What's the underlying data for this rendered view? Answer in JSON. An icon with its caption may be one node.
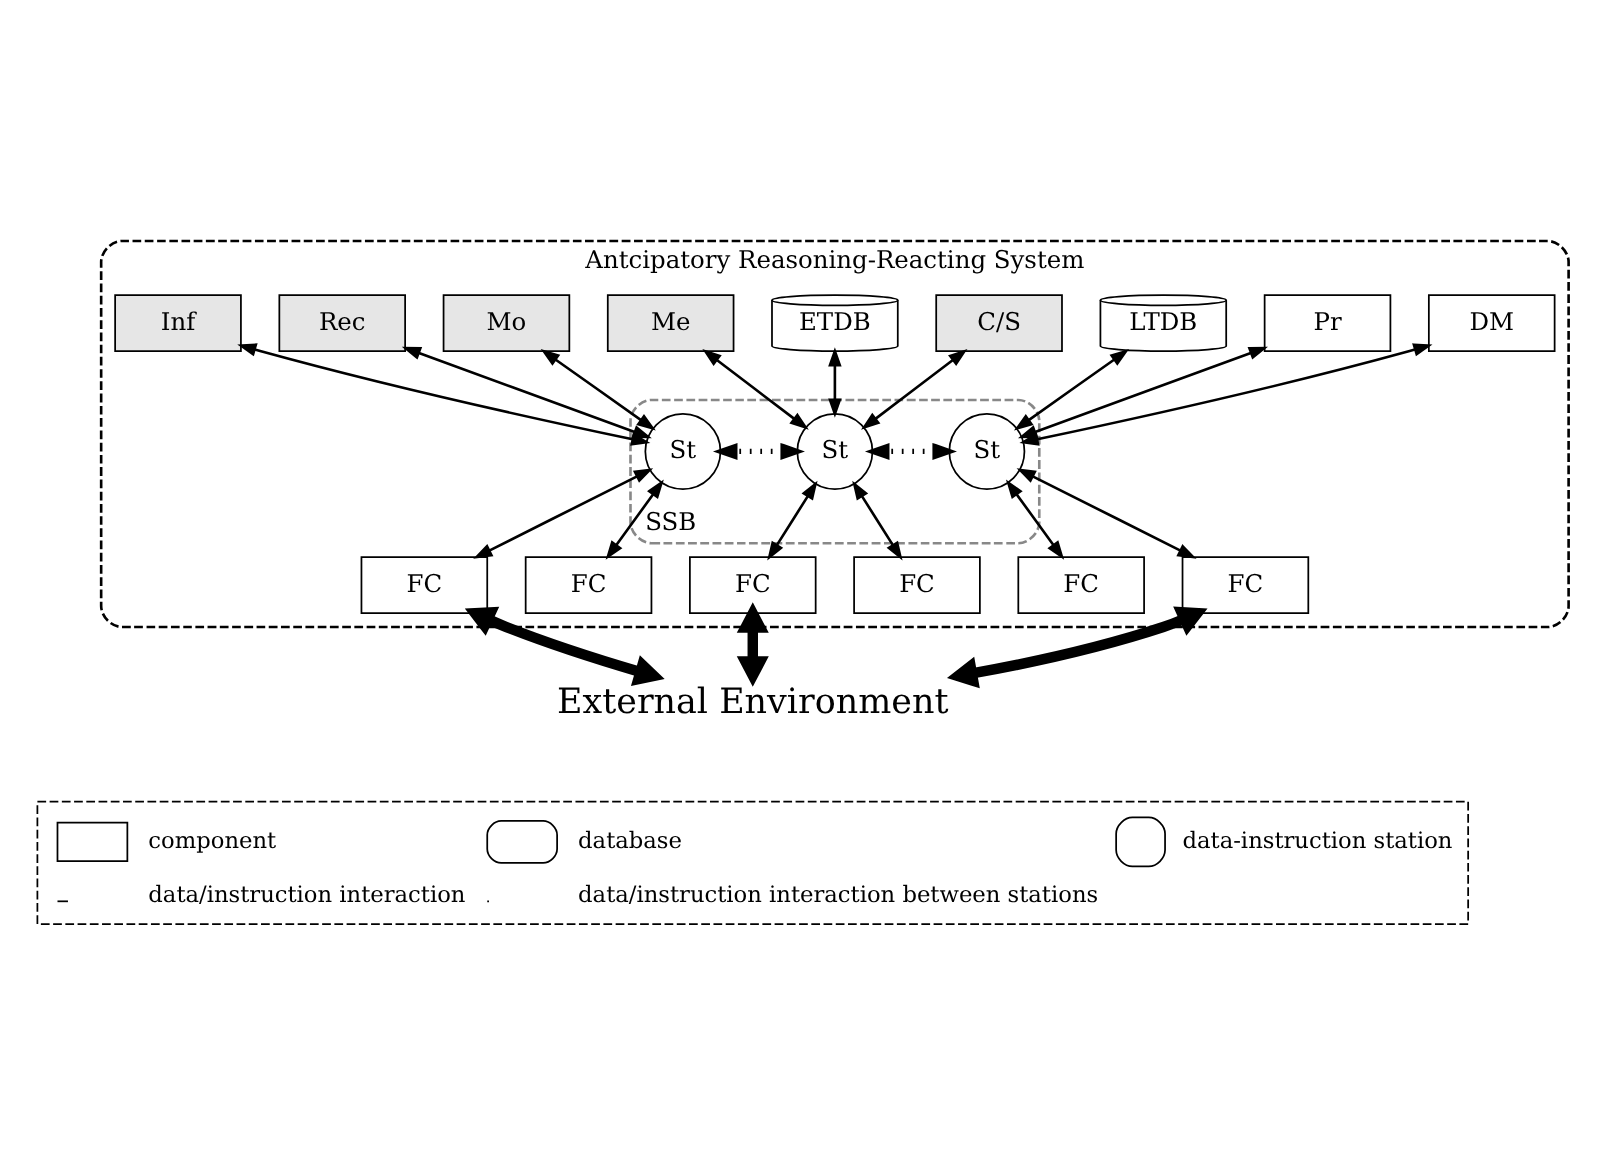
{
  "diagram": {
    "nodes": [
      {
        "text": [
          "Antcipatory Reasoning-Reacting System"
        ]
      },
      {
        "text": [
          "DM"
        ],
        "in": 0
      },
      {
        "text": [
          "C/S"
        ],
        "in": 0
      },
      {
        "text": [
          "Mo"
        ],
        "in": 0
      },
      {
        "text": [
          "Pr"
        ],
        "in": 0
      },
      {
        "text": [
          "LTDB"
        ],
        "in": 0
      },
      {
        "text": [
          "ETDB"
        ],
        "in": 0
      },
      {
        "text": [
          "Me"
        ],
        "in": 0
      },
      {
        "text": [
          "Rec"
        ],
        "in": 0
      },
      {
        "text": [
          "Inf"
        ],
        "in": 0
      },
      {
        "text": [
          "SSB"
        ],
        "in": 0
      },
      {
        "text": [
          "St"
        ],
        "in": 10
      },
      {
        "text": [
          "St"
        ],
        "in": 10
      },
      {
        "text": [
          "St"
        ],
        "in": 10
      },
      {
        "text": [
          "FC"
        ],
        "in": 0
      },
      {
        "text": [
          "FC"
        ],
        "in": 0
      },
      {
        "text": [
          "FC"
        ],
        "in": 0
      },
      {
        "text": [
          "FC"
        ],
        "in": 0
      },
      {
        "text": [
          "FC"
        ],
        "in": 0
      },
      {
        "text": [
          "FC"
        ],
        "in": 0
      },
      {
        "text": [
          "External Environment"
        ]
      }
    ],
    "edges": [
      {
        "from": 4,
        "to": 11,
        "arrow": "both"
      },
      {
        "from": 1,
        "to": 11,
        "arrow": "both"
      },
      {
        "from": 5,
        "to": 11,
        "arrow": "both"
      },
      {
        "from": 6,
        "to": 12,
        "arrow": "both"
      },
      {
        "from": 2,
        "to": 12,
        "arrow": "both"
      },
      {
        "from": 7,
        "to": 12,
        "arrow": "both"
      },
      {
        "from": 8,
        "to": 13,
        "arrow": "both"
      },
      {
        "from": 3,
        "to": 13,
        "arrow": "both"
      },
      {
        "from": 9,
        "to": 13,
        "arrow": "both"
      },
      {
        "from": 11,
        "to": 12,
        "arrow": "both",
        "style": "dashed"
      },
      {
        "from": 12,
        "to": 13,
        "arrow": "both",
        "style": "dashed"
      },
      {
        "from": 11,
        "to": 14,
        "arrow": "both"
      },
      {
        "from": 11,
        "to": 15,
        "arrow": "both"
      },
      {
        "from": 12,
        "to": 16,
        "arrow": "both"
      },
      {
        "from": 12,
        "to": 17,
        "arrow": "both"
      },
      {
        "from": 13,
        "to": 18,
        "arrow": "both"
      },
      {
        "from": 13,
        "to": 19,
        "arrow": "both"
      },
      {
        "from": 15,
        "to": 20,
        "arrow": "both",
        "style": "thick"
      },
      {
        "from": 16,
        "to": 20,
        "arrow": "both",
        "style": "thick"
      },
      {
        "from": 18,
        "to": 20,
        "arrow": "both",
        "style": "thick"
      }
    ],
    "legend": [
      {
        "text": "component"
      },
      {
        "text": "database"
      },
      {
        "text": "data-instruction station"
      },
      {
        "text": "data/instruction interaction"
      },
      {
        "text": "data/instruction interaction between stations"
      }
    ]
  }
}
